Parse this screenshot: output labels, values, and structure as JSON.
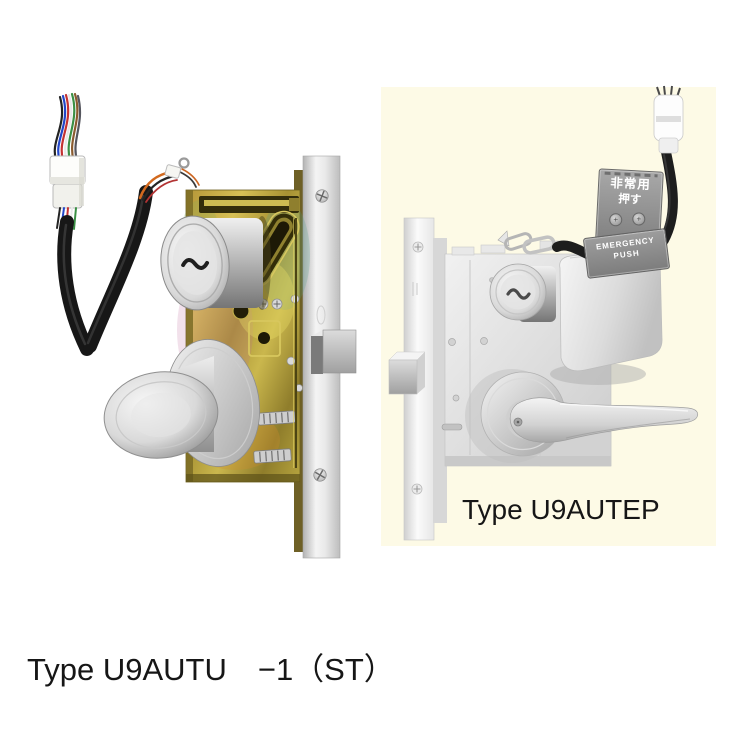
{
  "page": {
    "background_color": "#ffffff"
  },
  "products": {
    "left": {
      "label": "Type U9AUTU　−1（ST）",
      "description_parts": [
        "wiring-harness",
        "connector",
        "cables",
        "cylinder",
        "brass-lock-case",
        "knob",
        "faceplate",
        "deadbolt"
      ]
    },
    "right": {
      "label": "Type U9AUTEP",
      "panel_color": "#fdfae6",
      "emergency_unit": {
        "cover_line1": "非常用",
        "cover_line2": "押す",
        "base_line1": "EMERGENCY",
        "base_line2": "PUSH"
      },
      "description_parts": [
        "faceplate",
        "deadbolt",
        "lock-case",
        "cylinder",
        "lever-handle",
        "emergency-unit",
        "cable",
        "connector"
      ]
    }
  },
  "colors": {
    "background": "#ffffff",
    "panel_yellow": "#fdfae6",
    "brass_body": "#c2a33c",
    "stainless": "#d9d9d9",
    "cable_black": "#1a1a1a",
    "emergency_plate": "#8f8f8f",
    "label_text": "#161616"
  }
}
